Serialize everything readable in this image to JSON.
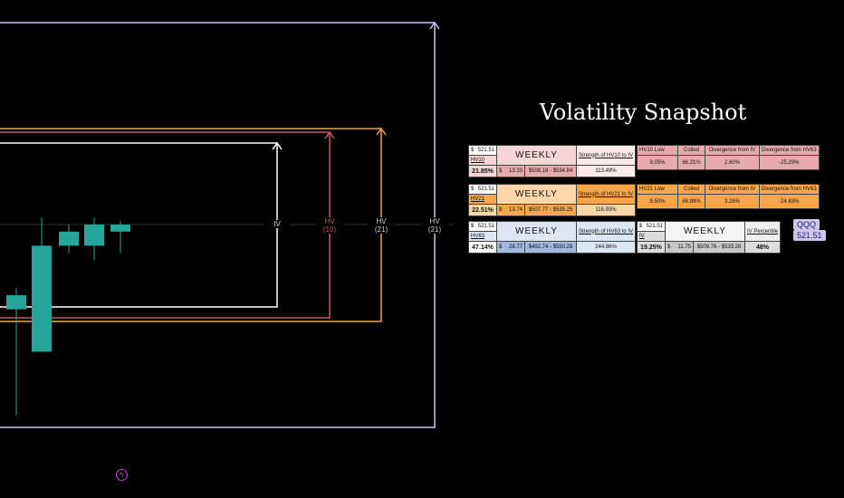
{
  "title": "Volatility Snapshot",
  "chart_labels": {
    "iv": "IV",
    "hv10": [
      "HV",
      "(10)"
    ],
    "hv21": [
      "HV",
      "(21)"
    ],
    "hv63": [
      "HV",
      "(21)"
    ]
  },
  "colors": {
    "hv10": "#c65a5a",
    "hv21": "#f2a43a",
    "iv": "#ffffff",
    "hv63": "#c7c9ef",
    "candle": "#26a69a"
  },
  "hv10": {
    "price_sym": "$",
    "price": "521.51",
    "label": "HV10",
    "value": "21.85%",
    "weekly": "WEEKLY",
    "move_sym": "$",
    "move": "13.33",
    "range": "$508.18 - $534.84",
    "strength_label": "Strength of HV10 to IV",
    "strength": "113.49%"
  },
  "hv10_stats": {
    "headers": [
      "HV10 Low",
      "Coiled",
      "Divergence from IV",
      "Divergence from HV63"
    ],
    "values": [
      "8.05%",
      "86.21%",
      "2.60%",
      "-25.29%"
    ]
  },
  "hv21": {
    "price_sym": "$",
    "price": "521.51",
    "label": "HV21",
    "value": "22.51%",
    "weekly": "WEEKLY",
    "move_sym": "$",
    "move": "13.74",
    "range": "$507.77 - $535.25",
    "strength_label": "Strength of HV21 to IV",
    "strength": "116.93%"
  },
  "hv21_stats": {
    "headers": [
      "HV21 Low",
      "Coiled",
      "Divergence from IV",
      "Divergence from HV63"
    ],
    "values": [
      "9.50%",
      "86.99%",
      "3.26%",
      "-24.63%"
    ]
  },
  "hv63": {
    "price_sym": "$",
    "price": "521.51",
    "label": "HV63",
    "value": "47.14%",
    "weekly": "WEEKLY",
    "move_sym": "$",
    "move": "28.77",
    "range": "$492.74 - $550.28",
    "strength_label": "Strength of HV63 to IV",
    "strength": "244.86%"
  },
  "iv": {
    "price_sym": "$",
    "price": "521.51",
    "label": "IV",
    "value": "19.25%",
    "weekly": "WEEKLY",
    "move_sym": "$",
    "move": "11.75",
    "range": "$509.76 - $533.26",
    "percentile_label": "IV Percentile",
    "percentile": "48%"
  },
  "ticker": {
    "symbol": "QQQ",
    "price": "521.51"
  },
  "candles": [
    {
      "o": 518,
      "c": 520,
      "h": 521,
      "l": 503
    },
    {
      "o": 512,
      "c": 527,
      "h": 531,
      "l": 512
    },
    {
      "o": 527,
      "c": 529,
      "h": 530,
      "l": 526
    },
    {
      "o": 527,
      "c": 530,
      "h": 531,
      "l": 525
    },
    {
      "o": 529,
      "c": 530,
      "h": 530.5,
      "l": 526
    }
  ]
}
